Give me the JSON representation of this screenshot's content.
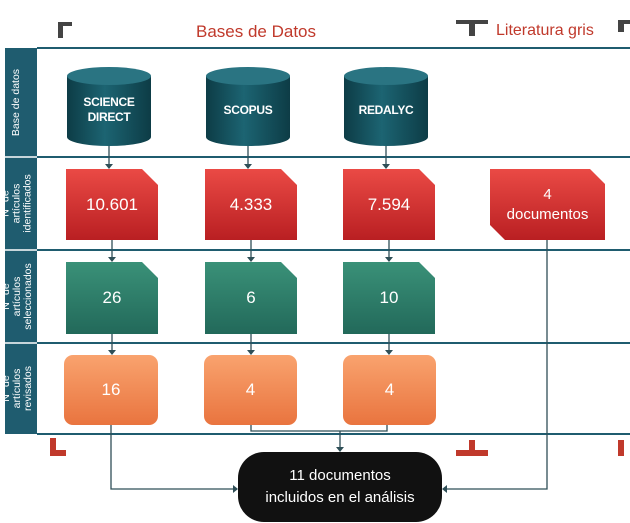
{
  "headers": {
    "databases": "Bases de Datos",
    "grey_literature": "Literatura gris"
  },
  "row_labels": {
    "databases": "Base de datos",
    "identified": "N° de artículos identificados",
    "selected": "N° de artículos seleccionados",
    "reviewed": "N° de artículos revisados"
  },
  "databases": [
    {
      "line1": "SCIENCE",
      "line2": "DIRECT",
      "identified": "10.601",
      "selected": "26",
      "reviewed": "16"
    },
    {
      "line1": "SCOPUS",
      "line2": "",
      "identified": "4.333",
      "selected": "6",
      "reviewed": "4"
    },
    {
      "line1": "REDALYC",
      "line2": "",
      "identified": "7.594",
      "selected": "10",
      "reviewed": "4"
    }
  ],
  "grey_literature_box": {
    "line1": "4",
    "line2": "documentos"
  },
  "final": {
    "line1": "11 documentos",
    "line2": "incluidos en el análisis"
  },
  "colors": {
    "band": "#1f5c6f",
    "cylinder": "#16525e",
    "identified_box": "#d62a2a",
    "selected_box": "#2e8068",
    "reviewed_box": "#f0874f",
    "final_box": "#111111",
    "header_text": "#c0392b"
  }
}
